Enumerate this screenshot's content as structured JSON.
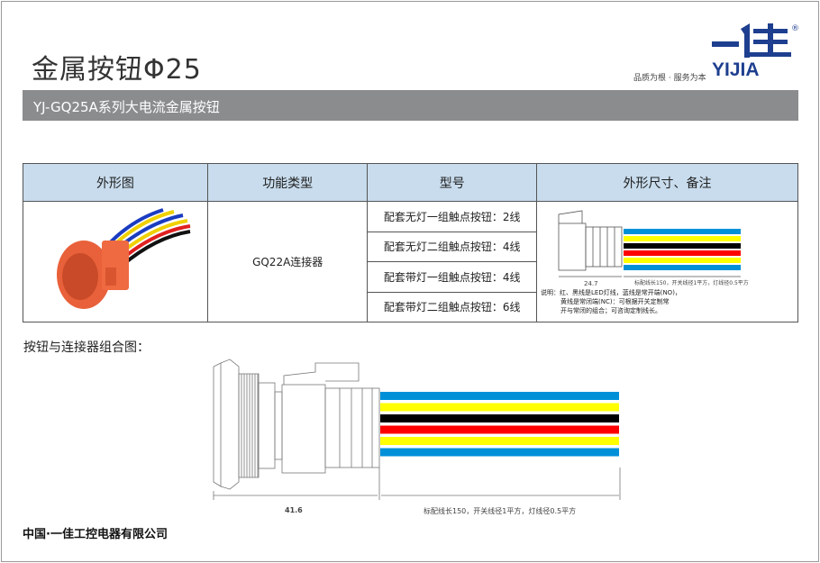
{
  "header": {
    "title": "金属按钮Φ25",
    "slogan": "品质为根 · 服务为本",
    "logo_cn": "一佳",
    "logo_en": "YIJIA",
    "logo_mark": "®"
  },
  "banner": "YJ-GQ25A系列大电流金属按钮",
  "table": {
    "headers": [
      "外形图",
      "功能类型",
      "型号",
      "外形尺寸、备注"
    ],
    "function": "GQ22A连接器",
    "models": [
      "配套无灯一组触点按钮：2线",
      "配套无灯二组触点按钮：4线",
      "配套带灯一组触点按钮：4线",
      "配套带灯二组触点按钮：6线"
    ],
    "dim_small": "24.7",
    "wire_note_small": "标配线长150，开关线径1平方，灯线径0.5平方",
    "notes": [
      "说明：红、黑线是LED灯线，蓝线是常开端(NO)，",
      "黄线是常闭端(NC)：可根据开关定制常",
      "开与常闭的组合；可咨询定制线长。"
    ]
  },
  "section_title": "按钮与连接器组合图：",
  "diagram": {
    "dim": "41.6",
    "wire_note": "标配线长150，开关线径1平方，灯线径0.5平方"
  },
  "colors": {
    "wires": [
      "#0090d8",
      "#ffff00",
      "#000000",
      "#ff0000",
      "#ffff00",
      "#0090d8"
    ],
    "logo": "#1e3f8f",
    "bar": "#8a8c8e",
    "header": "#c8dced"
  },
  "footer": "中国·一佳工控电器有限公司"
}
